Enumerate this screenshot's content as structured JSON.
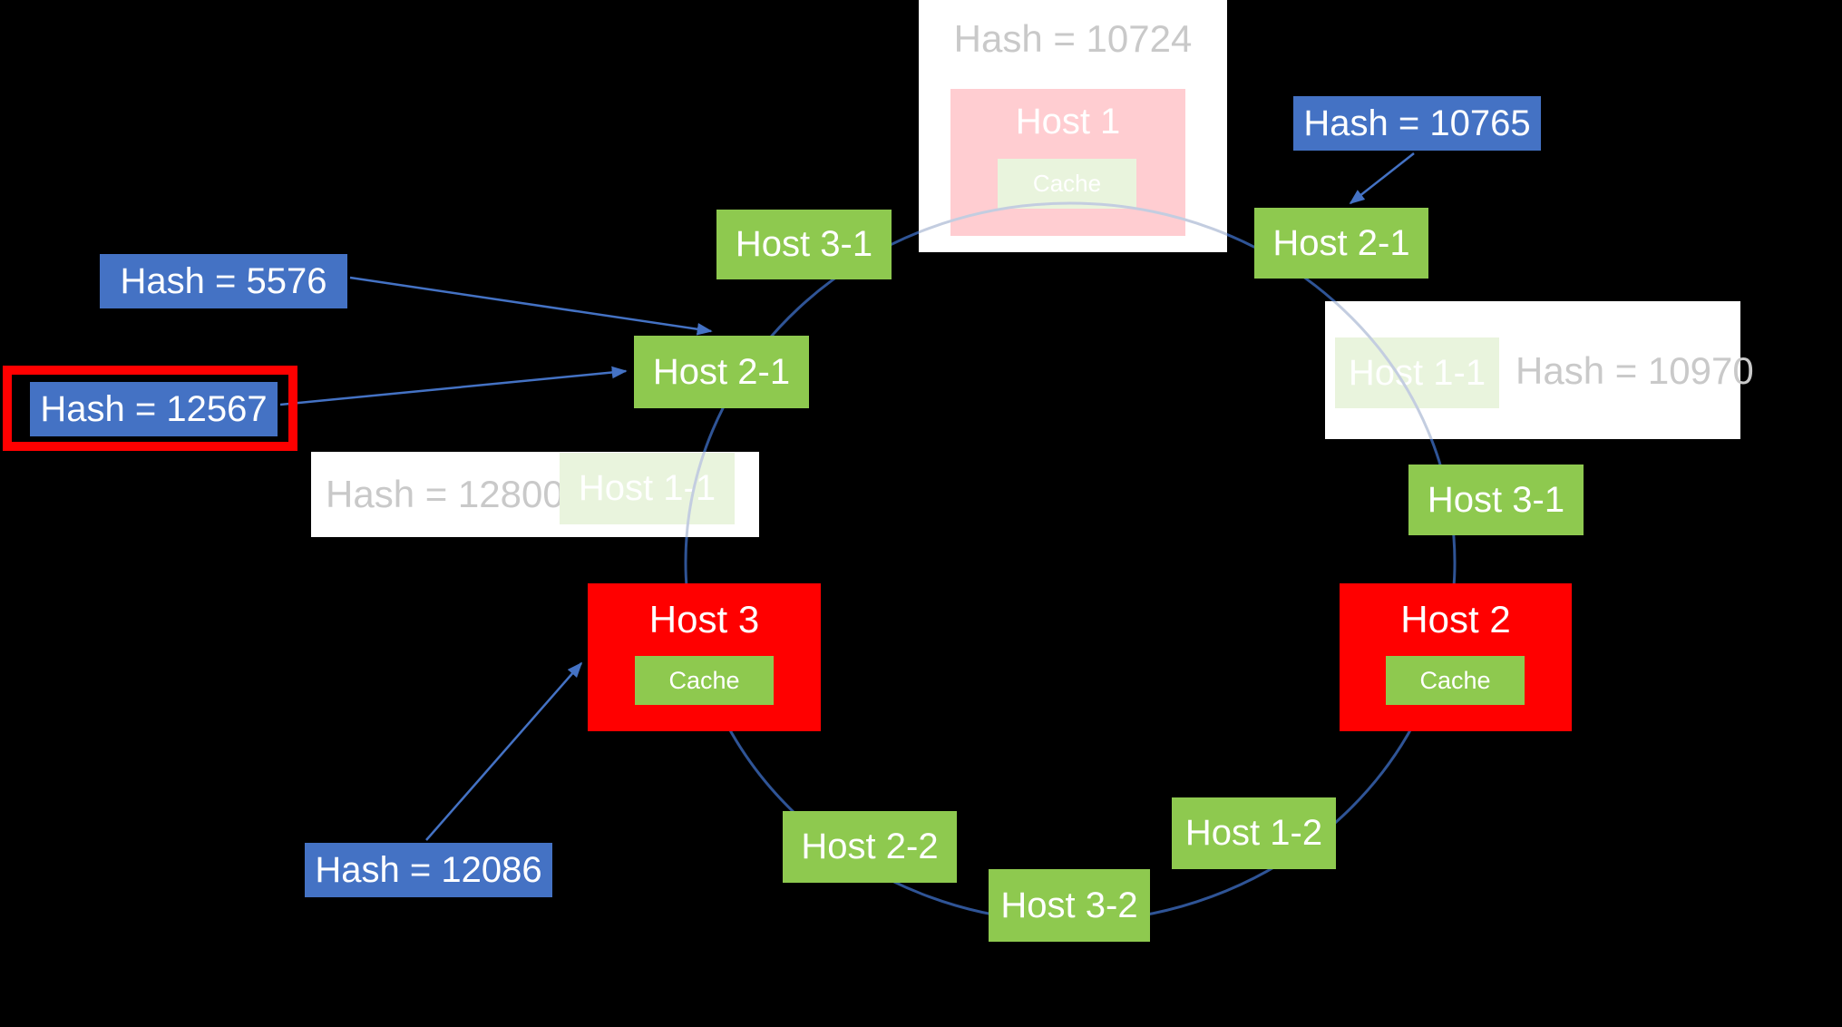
{
  "diagram": {
    "type": "consistent-hashing-ring",
    "background": "#000000"
  },
  "colors": {
    "ring": "#2F5496",
    "ring_faded": "#C3CDE0",
    "arrow": "#4472C4",
    "host_green": "#8EC94F",
    "cache_host_red": "#FF0000",
    "hash_label_blue": "#4472C4",
    "removed_panel_white": "#FFFFFF",
    "removed_host_pink": "#FFCDD1",
    "removed_green": "#E9F4DD",
    "removed_text_gray": "#C9C9C9",
    "highlight_outline_red": "#FF0000"
  },
  "removed_panels": {
    "top": {
      "hash_label": "Hash = 10724",
      "host_label": "Host 1",
      "cache_label": "Cache"
    },
    "left": {
      "hash_label": "Hash = 12800",
      "host_label": "Host 1-1"
    },
    "right": {
      "hash_label": "Hash = 10970",
      "host_label": "Host 1-1"
    }
  },
  "virtual_hosts": [
    {
      "id": "host-3-1-upper-left",
      "label": "Host 3-1"
    },
    {
      "id": "host-2-1-left",
      "label": "Host 2-1"
    },
    {
      "id": "host-2-1-right",
      "label": "Host 2-1"
    },
    {
      "id": "host-3-1-right",
      "label": "Host 3-1"
    },
    {
      "id": "host-1-2",
      "label": "Host 1-2"
    },
    {
      "id": "host-3-2",
      "label": "Host 3-2"
    },
    {
      "id": "host-2-2",
      "label": "Host 2-2"
    }
  ],
  "cache_hosts": [
    {
      "id": "host-3",
      "label": "Host 3",
      "cache_label": "Cache"
    },
    {
      "id": "host-2",
      "label": "Host 2",
      "cache_label": "Cache"
    }
  ],
  "hash_requests": [
    {
      "id": "hash-10765",
      "label": "Hash = 10765",
      "highlighted": false,
      "target": "host-2-1-right"
    },
    {
      "id": "hash-5576",
      "label": "Hash = 5576",
      "highlighted": false,
      "target": "host-2-1-left"
    },
    {
      "id": "hash-12567",
      "label": "Hash = 12567",
      "highlighted": true,
      "target": "host-2-1-left"
    },
    {
      "id": "hash-12086",
      "label": "Hash = 12086",
      "highlighted": false,
      "target": "host-3"
    }
  ]
}
